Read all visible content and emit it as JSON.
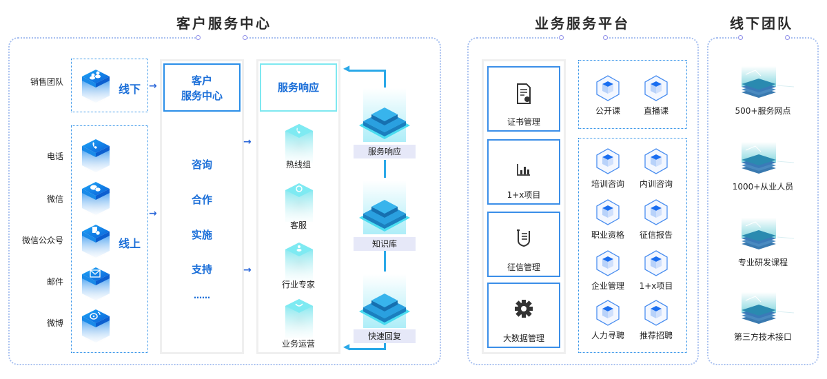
{
  "sections": {
    "customer_center": {
      "title": "客户服务中心"
    },
    "business_platform": {
      "title": "业务服务平台"
    },
    "offline_team": {
      "title": "线下团队"
    }
  },
  "channels": {
    "offline": {
      "group_label": "线下",
      "items": [
        {
          "label": "销售团队",
          "icon": "people-icon"
        }
      ]
    },
    "online": {
      "group_label": "线上",
      "items": [
        {
          "label": "电话",
          "icon": "phone-icon"
        },
        {
          "label": "微信",
          "icon": "wechat-icon"
        },
        {
          "label": "微信公众号",
          "icon": "official-account-icon"
        },
        {
          "label": "邮件",
          "icon": "mail-icon"
        },
        {
          "label": "微博",
          "icon": "weibo-icon"
        }
      ]
    }
  },
  "service_center": {
    "header_line1": "客户",
    "header_line2": "服务中心",
    "items": [
      "咨询",
      "合作",
      "实施",
      "支持",
      "……"
    ]
  },
  "service_response": {
    "header": "服务响应",
    "teams": [
      {
        "label": "热线组",
        "icon": "phone-icon"
      },
      {
        "label": "客服",
        "icon": "headset-icon"
      },
      {
        "label": "行业专家",
        "icon": "expert-icon"
      },
      {
        "label": "业务运营",
        "icon": "handshake-icon"
      }
    ]
  },
  "support_flow": {
    "items": [
      {
        "label": "服务响应"
      },
      {
        "label": "知识库"
      },
      {
        "label": "快速回复"
      }
    ]
  },
  "platform": {
    "management": [
      {
        "label": "证书管理",
        "icon": "certificate-icon"
      },
      {
        "label": "1+x项目",
        "icon": "bar-chart-icon"
      },
      {
        "label": "征信管理",
        "icon": "shield-icon"
      },
      {
        "label": "大数据管理",
        "icon": "gear-icon"
      }
    ],
    "courses": [
      {
        "label": "公开课"
      },
      {
        "label": "直播课"
      }
    ],
    "services": [
      {
        "label": "培训咨询"
      },
      {
        "label": "内训咨询"
      },
      {
        "label": "职业资格"
      },
      {
        "label": "征信报告"
      },
      {
        "label": "企业管理"
      },
      {
        "label": "1+x项目"
      },
      {
        "label": "人力寻聘"
      },
      {
        "label": "推荐招聘"
      }
    ]
  },
  "offline_team": {
    "items": [
      {
        "label": "500+服务网点"
      },
      {
        "label": "1000+从业人员"
      },
      {
        "label": "专业研发课程"
      },
      {
        "label": "第三方技术接口"
      }
    ]
  },
  "colors": {
    "accent_blue": "#1a6ed8",
    "frame_dots": "#a8c0f0",
    "line_cyan": "#2aa8e8",
    "label_bg": "#e6e8f8"
  }
}
